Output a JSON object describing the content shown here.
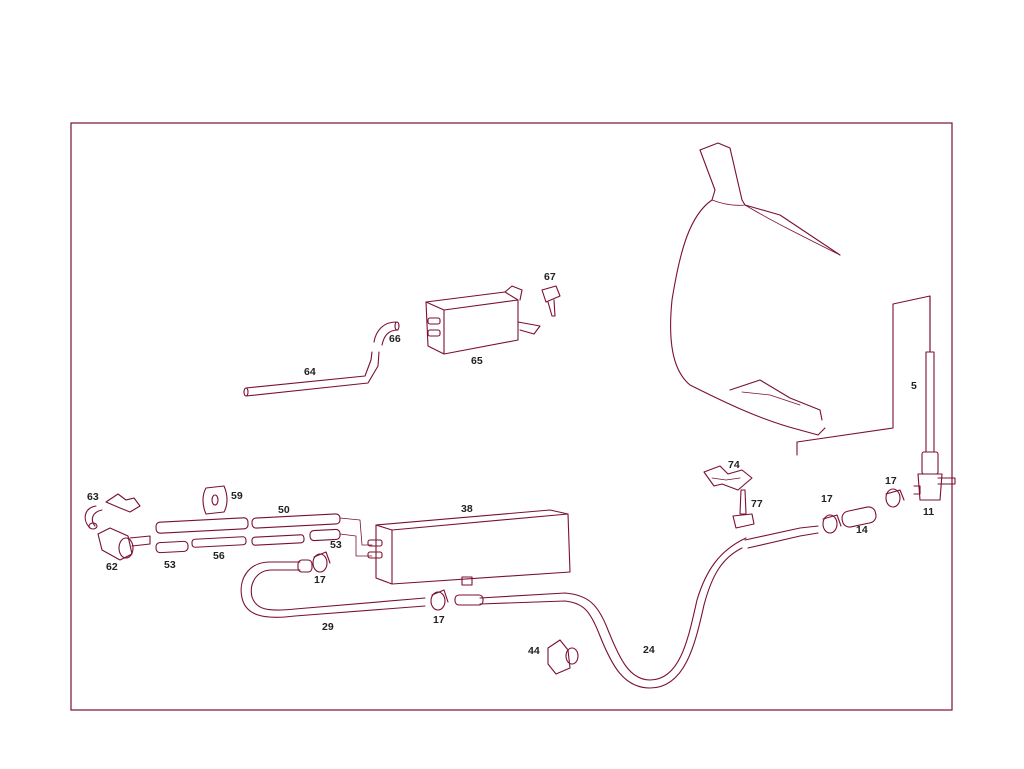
{
  "diagram": {
    "colors": {
      "line": "#7a1030",
      "label": "#222222",
      "background": "#ffffff"
    },
    "labels": {
      "l5": "5",
      "l11": "11",
      "l14": "14",
      "l17a": "17",
      "l17b": "17",
      "l17c": "17",
      "l17d": "17",
      "l24": "24",
      "l29": "29",
      "l38": "38",
      "l44": "44",
      "l50": "50",
      "l53a": "53",
      "l53b": "53",
      "l56": "56",
      "l59": "59",
      "l62": "62",
      "l63": "63",
      "l64": "64",
      "l65": "65",
      "l66": "66",
      "l67": "67",
      "l74": "74",
      "l77": "77"
    }
  }
}
